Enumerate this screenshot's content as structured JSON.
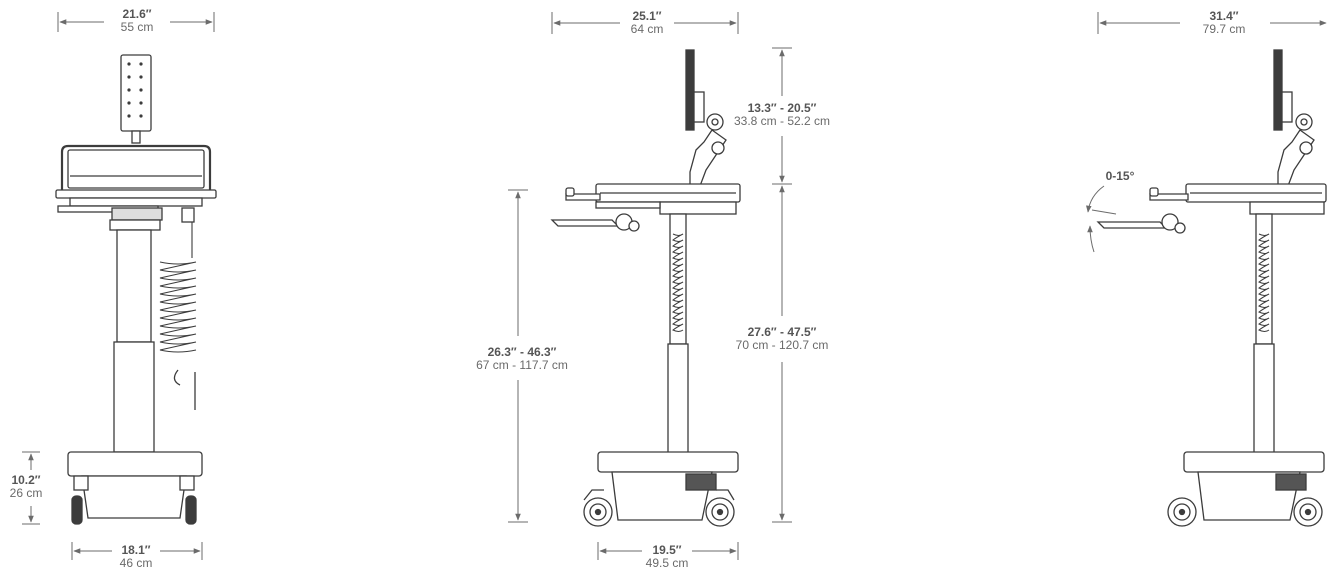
{
  "views": {
    "front": {
      "top_width": {
        "in": "21.6″",
        "cm": "55 cm"
      },
      "base_width": {
        "in": "18.1″",
        "cm": "46 cm"
      },
      "base_height": {
        "in": "10.2″",
        "cm": "26 cm"
      }
    },
    "side": {
      "top_width": {
        "in": "25.1″",
        "cm": "64 cm"
      },
      "monitor_range": {
        "in": "13.3″ - 20.5″",
        "cm": "33.8 cm - 52.2 cm"
      },
      "keyboard_height": {
        "in": "26.3″ - 46.3″",
        "cm": "67 cm - 117.7 cm"
      },
      "worksurface_height": {
        "in": "27.6″ - 47.5″",
        "cm": "70 cm - 120.7 cm"
      },
      "base_depth": {
        "in": "19.5″",
        "cm": "49.5 cm"
      }
    },
    "extended": {
      "top_width": {
        "in": "31.4″",
        "cm": "79.7 cm"
      },
      "tilt": "0-15°"
    }
  },
  "colors": {
    "line": "#3c3c3c",
    "dim": "#6b6b6b",
    "fill": "#ffffff"
  }
}
